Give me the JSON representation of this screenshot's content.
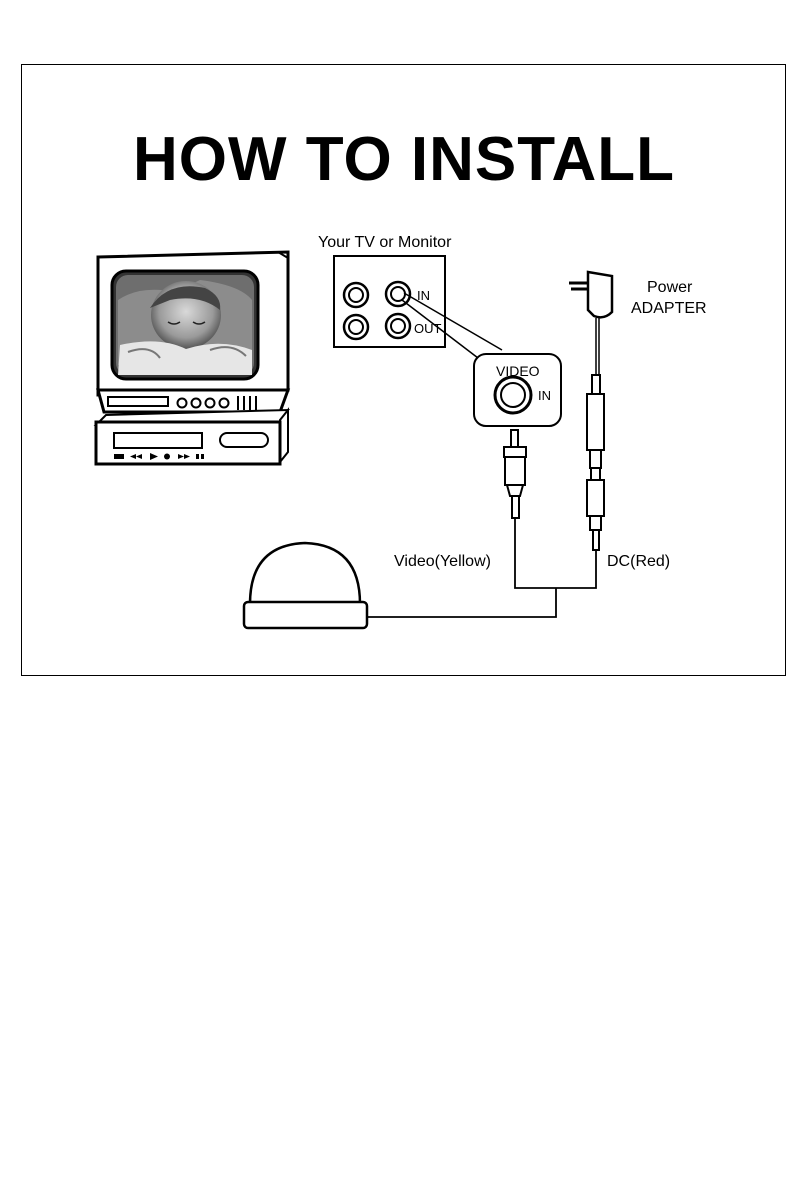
{
  "title": "HOW TO INSTALL",
  "labels": {
    "tv_monitor": "Your TV or Monitor",
    "panel_in": "IN",
    "panel_out": "OUT",
    "video": "VIDEO",
    "video_in": "IN",
    "power": "Power",
    "adapter": "ADAPTER",
    "video_cable": "Video(Yellow)",
    "dc_cable": "DC(Red)"
  },
  "icons": [
    "tv-icon",
    "vcr-icon",
    "baby-photo",
    "power-adapter-icon",
    "dome-camera-icon",
    "rca-plug-icon",
    "dc-plug-icon"
  ],
  "colors": {
    "line": "#000000",
    "background": "#ffffff"
  }
}
